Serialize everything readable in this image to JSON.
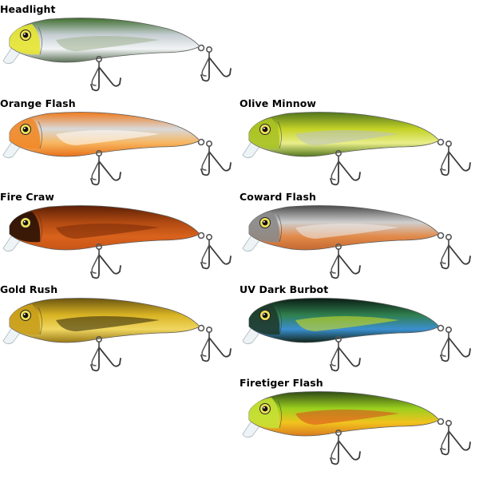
{
  "lures": [
    {
      "key": "headlight",
      "label": "Headlight",
      "col": 0,
      "row": 0,
      "colors": {
        "back": "#3f6d2e",
        "side": "#c6ced3",
        "belly": "#f2f4f5",
        "head": "#e6e431",
        "tail": "#5a6f55",
        "accent": "#9fb08f"
      }
    },
    {
      "key": "orange-flash",
      "label": "Orange Flash",
      "col": 0,
      "row": 1,
      "colors": {
        "back": "#ef7a1c",
        "side": "#d9d9d9",
        "belly": "#f7b55e",
        "head": "#f08a2a",
        "tail": "#e8711b",
        "accent": "#ffffff"
      }
    },
    {
      "key": "olive-minnow",
      "label": "Olive Minnow",
      "col": 1,
      "row": 1,
      "colors": {
        "back": "#51751e",
        "side": "#c4d226",
        "belly": "#e9ee8a",
        "head": "#a9c224",
        "tail": "#55771f",
        "accent": "#b9c1c3"
      }
    },
    {
      "key": "fire-craw",
      "label": "Fire Craw",
      "col": 0,
      "row": 2,
      "colors": {
        "back": "#5a1f06",
        "side": "#b14a12",
        "belly": "#d9621c",
        "head": "#2a1206",
        "tail": "#c85617",
        "accent": "#7a2a08"
      }
    },
    {
      "key": "coward-flash",
      "label": "Coward Flash",
      "col": 1,
      "row": 2,
      "colors": {
        "back": "#4a4a4a",
        "side": "#cfcfcf",
        "belly": "#e28a4a",
        "head": "#8a8a8a",
        "tail": "#c56a32",
        "accent": "#ededed"
      }
    },
    {
      "key": "gold-rush",
      "label": "Gold Rush",
      "col": 0,
      "row": 3,
      "colors": {
        "back": "#6a5410",
        "side": "#d8b324",
        "belly": "#f0d760",
        "head": "#c99f1c",
        "tail": "#9a7a18",
        "accent": "#2b2206"
      }
    },
    {
      "key": "uv-dark-burbot",
      "label": "UV Dark Burbot",
      "col": 1,
      "row": 3,
      "colors": {
        "back": "#0b1b14",
        "side": "#2f7f4e",
        "belly": "#3b8fd0",
        "head": "#1f3b2b",
        "tail": "#102418",
        "accent": "#d7e21a"
      }
    },
    {
      "key": "firetiger-flash",
      "label": "Firetiger Flash",
      "col": 1,
      "row": 4,
      "colors": {
        "back": "#2f4a16",
        "side": "#9bcf1e",
        "belly": "#f2c31e",
        "head": "#c5e034",
        "tail": "#d97c1f",
        "accent": "#d9481e"
      }
    }
  ]
}
